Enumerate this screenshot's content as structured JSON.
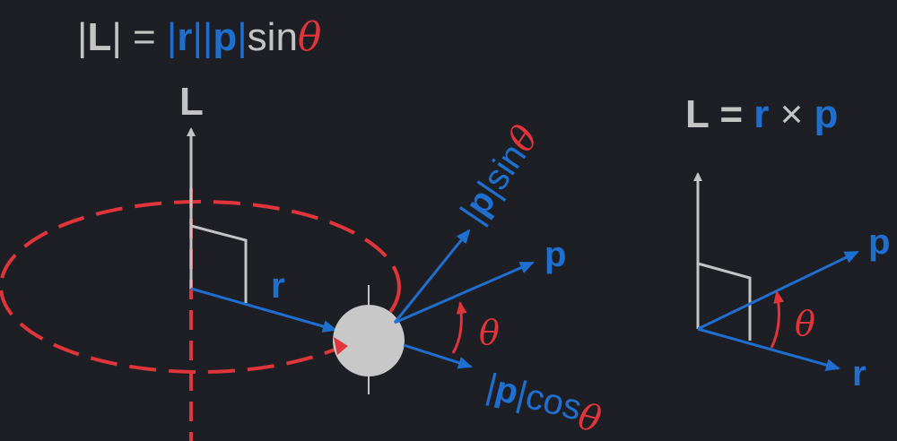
{
  "colors": {
    "background": "#1e1f24",
    "white": "#c4c4c4",
    "blue": "#1f6fd1",
    "red": "#e0353b",
    "ball": "#c8c8c8"
  },
  "formula_top": {
    "open_bar": "|",
    "L": "L",
    "close_bar_eq": "| = ",
    "r_bar_open": "|",
    "r": "r",
    "r_bar_close": "|",
    "p_bar_open": "|",
    "p": "p",
    "p_bar_close": "|",
    "sin": "sin",
    "theta": "θ"
  },
  "left": {
    "L_label": "L",
    "r_label": "r",
    "p_label": "p",
    "theta_label": "θ",
    "perp": {
      "bar_open": "|",
      "p": "p",
      "bar_close": "|",
      "sin": "sin",
      "theta": "θ"
    },
    "par": {
      "bar_open": "|",
      "p": "p",
      "bar_close": "|",
      "cos": "cos",
      "theta": "θ"
    }
  },
  "right": {
    "formula": {
      "L": "L",
      "eq": " = ",
      "r": "r",
      "cross": " × ",
      "p": "p"
    },
    "p_label": "p",
    "r_label": "r",
    "theta_label": "θ"
  }
}
